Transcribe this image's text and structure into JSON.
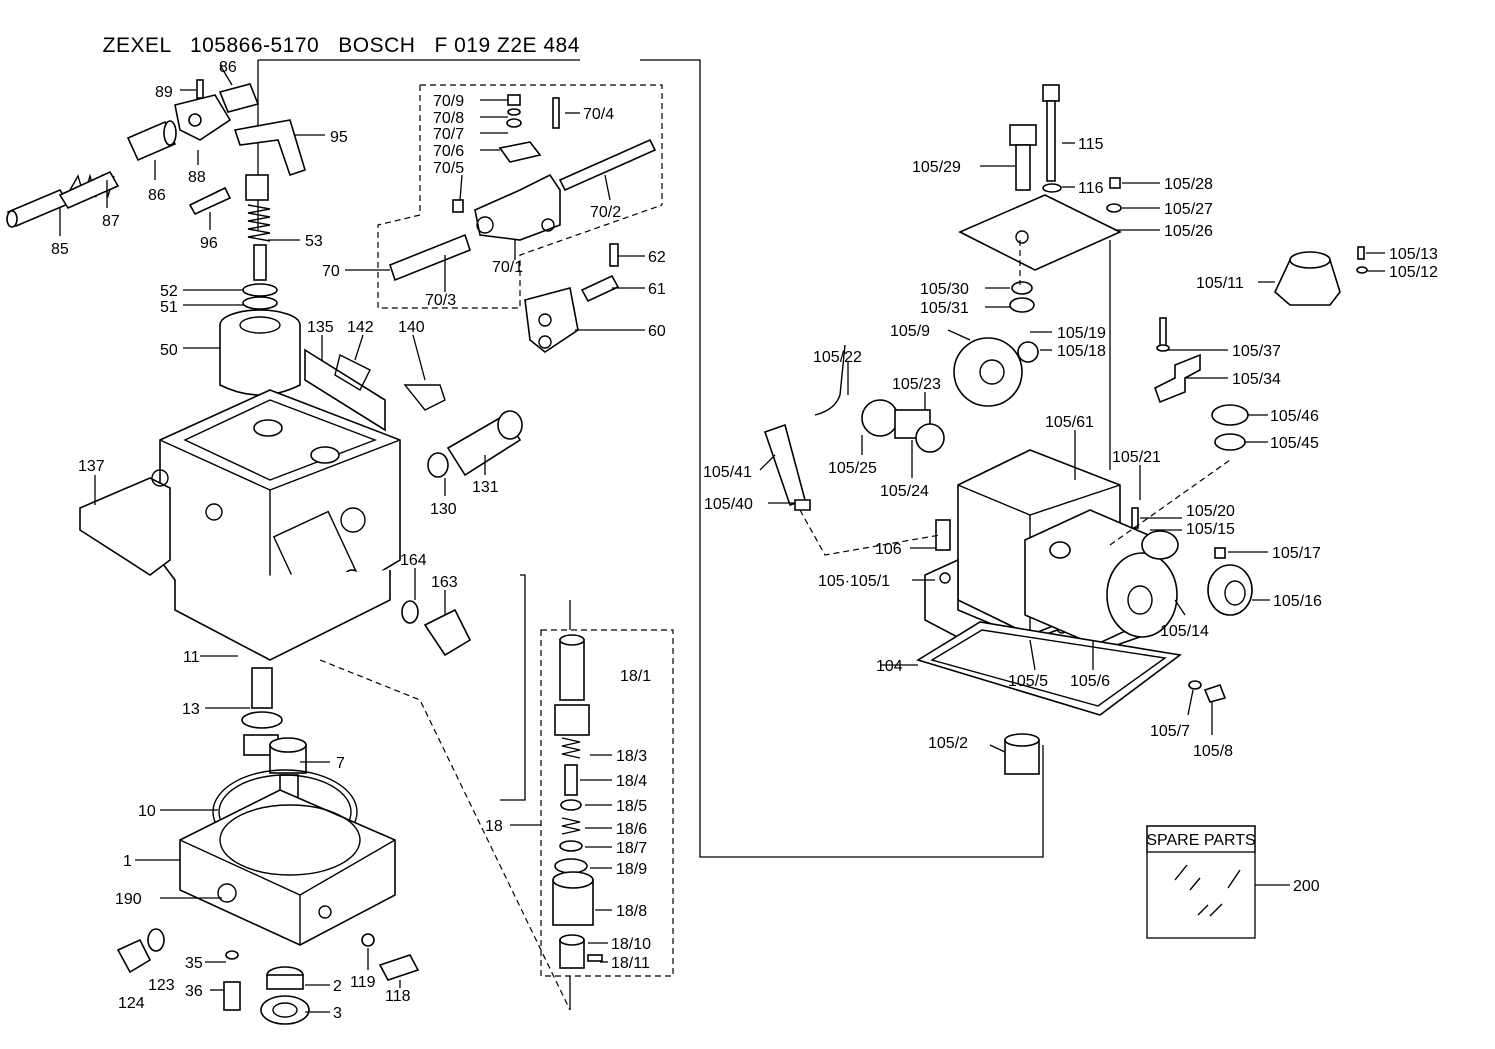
{
  "header": {
    "maker": "ZEXEL",
    "zexel_no": "105866-5170",
    "brand": "BOSCH",
    "bosch_no": "F 019 Z2E 484"
  },
  "callouts": {
    "c86a": "86",
    "c89": "89",
    "c95": "95",
    "c88": "88",
    "c86b": "86",
    "c87": "87",
    "c85": "85",
    "c96": "96",
    "c53": "53",
    "c52": "52",
    "c51": "51",
    "c50": "50",
    "c135": "135",
    "c142": "142",
    "c140": "140",
    "c137": "137",
    "c130": "130",
    "c131": "131",
    "c164": "164",
    "c163": "163",
    "c11": "11",
    "c13": "13",
    "c7": "7",
    "c10": "10",
    "c1": "1",
    "c190": "190",
    "c124": "124",
    "c123": "123",
    "c35": "35",
    "c36": "36",
    "c2": "2",
    "c3": "3",
    "c119": "119",
    "c118": "118",
    "c70_9": "70/9",
    "c70_8": "70/8",
    "c70_7": "70/7",
    "c70_6": "70/6",
    "c70_5": "70/5",
    "c70_4": "70/4",
    "c70_2": "70/2",
    "c70_1": "70/1",
    "c70_3": "70/3",
    "c70": "70",
    "c62": "62",
    "c61": "61",
    "c60": "60",
    "c18_1": "18/1",
    "c18_3": "18/3",
    "c18_4": "18/4",
    "c18_5": "18/5",
    "c18_6": "18/6",
    "c18_7": "18/7",
    "c18_9": "18/9",
    "c18_8": "18/8",
    "c18_10": "18/10",
    "c18_11": "18/11",
    "c18": "18",
    "c115": "115",
    "c105_29": "105/29",
    "c116": "116",
    "c105_28": "105/28",
    "c105_27": "105/27",
    "c105_26": "105/26",
    "c105_13": "105/13",
    "c105_12": "105/12",
    "c105_11": "105/11",
    "c105_30": "105/30",
    "c105_31": "105/31",
    "c105_9": "105/9",
    "c105_19": "105/19",
    "c105_18": "105/18",
    "c105_22": "105/22",
    "c105_23": "105/23",
    "c105_37": "105/37",
    "c105_34": "105/34",
    "c105_46": "105/46",
    "c105_45": "105/45",
    "c105_61": "105/61",
    "c105_41": "105/41",
    "c105_25": "105/25",
    "c105_24": "105/24",
    "c105_21": "105/21",
    "c105_40": "105/40",
    "c105_20": "105/20",
    "c105_15": "105/15",
    "c106": "106",
    "c105_17": "105/17",
    "c105_105_1": "105·105/1",
    "c105_16": "105/16",
    "c105_14": "105/14",
    "c104": "104",
    "c105_5": "105/5",
    "c105_6": "105/6",
    "c105_7": "105/7",
    "c105_8": "105/8",
    "c105_2": "105/2",
    "c200": "200"
  },
  "spare_parts": {
    "label": "SPARE PARTS"
  }
}
